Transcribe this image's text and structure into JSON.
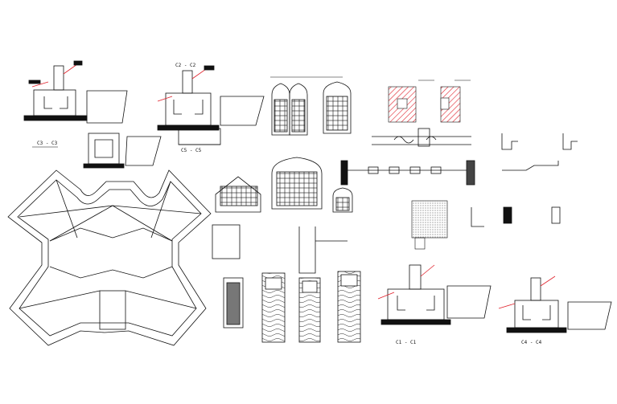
{
  "sheet": {
    "labels": {
      "c3": "C3 - C3",
      "c2": "C2 - C2",
      "c5": "C5 - C5",
      "c1": "C1 - C1",
      "c4": "C4 - C4"
    },
    "colors": {
      "line": "#111111",
      "leader": "#e0202a",
      "hatch": "#e0202a",
      "background": "#ffffff"
    },
    "icons": [
      "floor-plan",
      "column-footing-section",
      "window-elevation",
      "door-elevation",
      "wall-section-detail",
      "profile-detail"
    ]
  }
}
